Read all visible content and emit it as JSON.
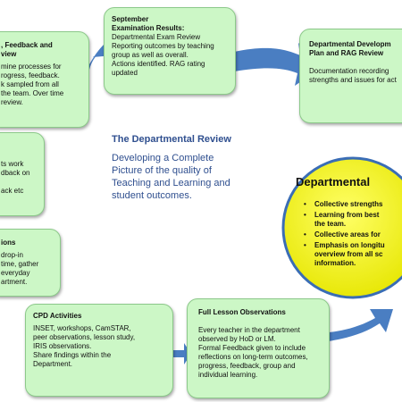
{
  "review": {
    "title": "The Departmental Review",
    "body": "Developing a Complete\nPicture of the quality of\nTeaching and Learning and\nstudent outcomes."
  },
  "september": {
    "title": "September\nExamination Results:",
    "body": "Departmental Exam Review\nReporting outcomes by teaching\ngroup as well as overall.\nActions identified. RAG rating\nupdated"
  },
  "dev_plan": {
    "title": "Departmental Developm\nPlan and RAG Review",
    "body": "Documentation recording\nstrengths and issues for act"
  },
  "feedback": {
    "title": ", Feedback and\nview",
    "body": "mine processes for\nrogress, feedback.\nk sampled from all\nthe team.  Over time\nreview."
  },
  "student_work": {
    "body": "ts work\ndback on\n\nack etc"
  },
  "observations": {
    "title": "ions",
    "body": "drop-in\ntime, gather\neveryday\nartment."
  },
  "cpd": {
    "title": "CPD Activities",
    "body": "INSET, workshops, CamSTAR,\npeer observations, lesson study,\nIRIS observations.\nShare findings within the\nDepartment."
  },
  "full_lesson": {
    "title": "Full Lesson Observations",
    "body": "Every teacher in the department\nobserved by HoD or LM.\nFormal Feedback given to include\nreflections on long-term outcomes,\nprogress, feedback, group and\nindividual learning."
  },
  "departmental": {
    "title": "Departmental",
    "items": [
      "Collective strengths",
      "Learning from best\nthe team.",
      "Collective areas for",
      "Emphasis on longitu\noverview from all sc\ninformation."
    ]
  },
  "colors": {
    "box_fill": "#ccf7c6",
    "arrow": "#4a7ec2",
    "circle_fill": "#ffff33",
    "circle_stroke": "#3a6db5",
    "review_text": "#2f4f8f"
  }
}
